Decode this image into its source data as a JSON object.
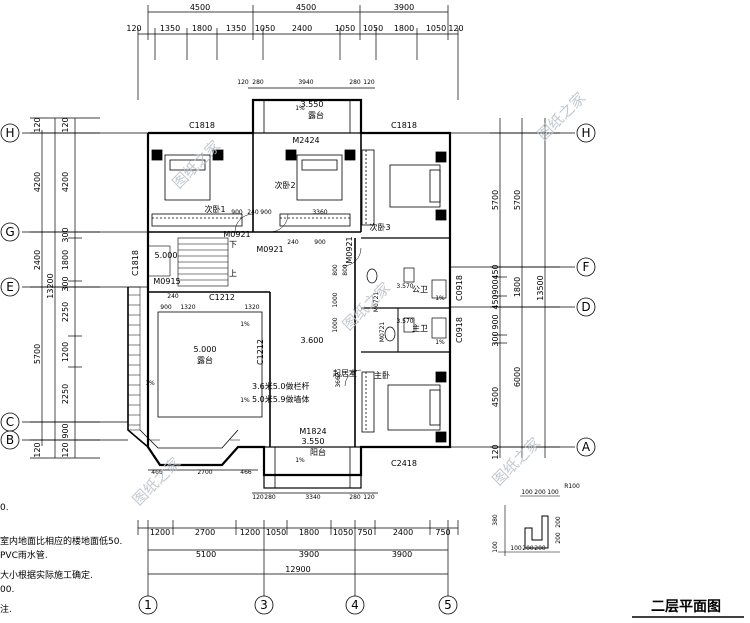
{
  "title": "二层平面图",
  "watermark": "图纸之家",
  "top_dims": {
    "overall": [
      "4500",
      "4500",
      "3900"
    ],
    "detail": [
      "120",
      "1350",
      "1800",
      "1350",
      "1050",
      "2400",
      "1050",
      "1050",
      "1800",
      "1050",
      "120"
    ]
  },
  "bottom_dims": {
    "detail": [
      "1200",
      "2700",
      "1200",
      "1050",
      "1800",
      "1050",
      "750",
      "2400",
      "750"
    ],
    "overall": [
      "5100",
      "3900",
      "3900"
    ],
    "total": "12900",
    "terrace": [
      "120",
      "280",
      "3340",
      "280",
      "120"
    ],
    "bay": [
      "466",
      "2700",
      "466"
    ]
  },
  "balcony_top_dims": [
    "120",
    "280",
    "3940",
    "280",
    "120"
  ],
  "left_dims": {
    "outer": [
      "120",
      "4200",
      "2400",
      "5700",
      "120"
    ],
    "inner": [
      "120",
      "4200",
      "300",
      "1800",
      "300",
      "2250",
      "1200",
      "2250",
      "900",
      "120"
    ],
    "total": "13200"
  },
  "right_dims": {
    "outer": [
      "5700",
      "1800",
      "6000"
    ],
    "inner": [
      "5700",
      "450",
      "900",
      "450",
      "900",
      "300",
      "4500",
      "120"
    ],
    "total": "13500"
  },
  "axes_left": [
    "H",
    "G",
    "E",
    "C",
    "B"
  ],
  "axes_right": [
    "H",
    "F",
    "D",
    "A"
  ],
  "axes_bottom": [
    "1",
    "3",
    "4",
    "5"
  ],
  "rooms": {
    "bed1": "次卧1",
    "bed2": "次卧2",
    "bed3": "次卧3",
    "master": "主卧",
    "living": "起居室",
    "terrace": "露台",
    "balcony_top": "露台",
    "balcony_bottom": "阳台",
    "bath_public": "公卫",
    "bath_master": "主卫"
  },
  "marks": {
    "c1818_left": "C1818",
    "c1818_right": "C1818",
    "m2424": "M2424",
    "m0921_a": "M0921",
    "m0921_b": "M0921",
    "m0921_c": "M0921",
    "c1818_v": "C1818",
    "m0915": "M0915",
    "c1212": "C1212",
    "c1212_v": "C1212",
    "m1824": "M1824",
    "c2418": "C2418",
    "c0918_a": "C0918",
    "c0918_b": "C0918",
    "m0721": "M0721",
    "m0721_b": "M0721"
  },
  "levels": {
    "balcony_top": "3.550",
    "stair": "5.000",
    "terrace": "5.000",
    "living": "3.600",
    "balcony_bottom": "3.550",
    "bath_public": "3.570",
    "bath_master": "3.570"
  },
  "slopes": [
    "1%",
    "1%",
    "1%",
    "1%",
    "1%",
    "1%",
    "1%"
  ],
  "stair_marks": [
    "下",
    "上"
  ],
  "internal_dims": [
    "900",
    "240",
    "900",
    "3360",
    "3662",
    "1320",
    "1320",
    "900",
    "240",
    "900",
    "240",
    "1000",
    "1000",
    "800",
    "800"
  ],
  "railing_notes": [
    "3.6米5.0做栏杆",
    "5.0米5.9做墙体"
  ],
  "notes": [
    "0.",
    "室内地面比相应的楼地面低50.",
    "PVC雨水管.",
    "大小根据实际施工确定.",
    "00.",
    "注."
  ],
  "detail_dims": [
    "380",
    "100",
    "100",
    "200",
    "200",
    "200",
    "R100",
    "100",
    "200",
    "200",
    "100"
  ]
}
